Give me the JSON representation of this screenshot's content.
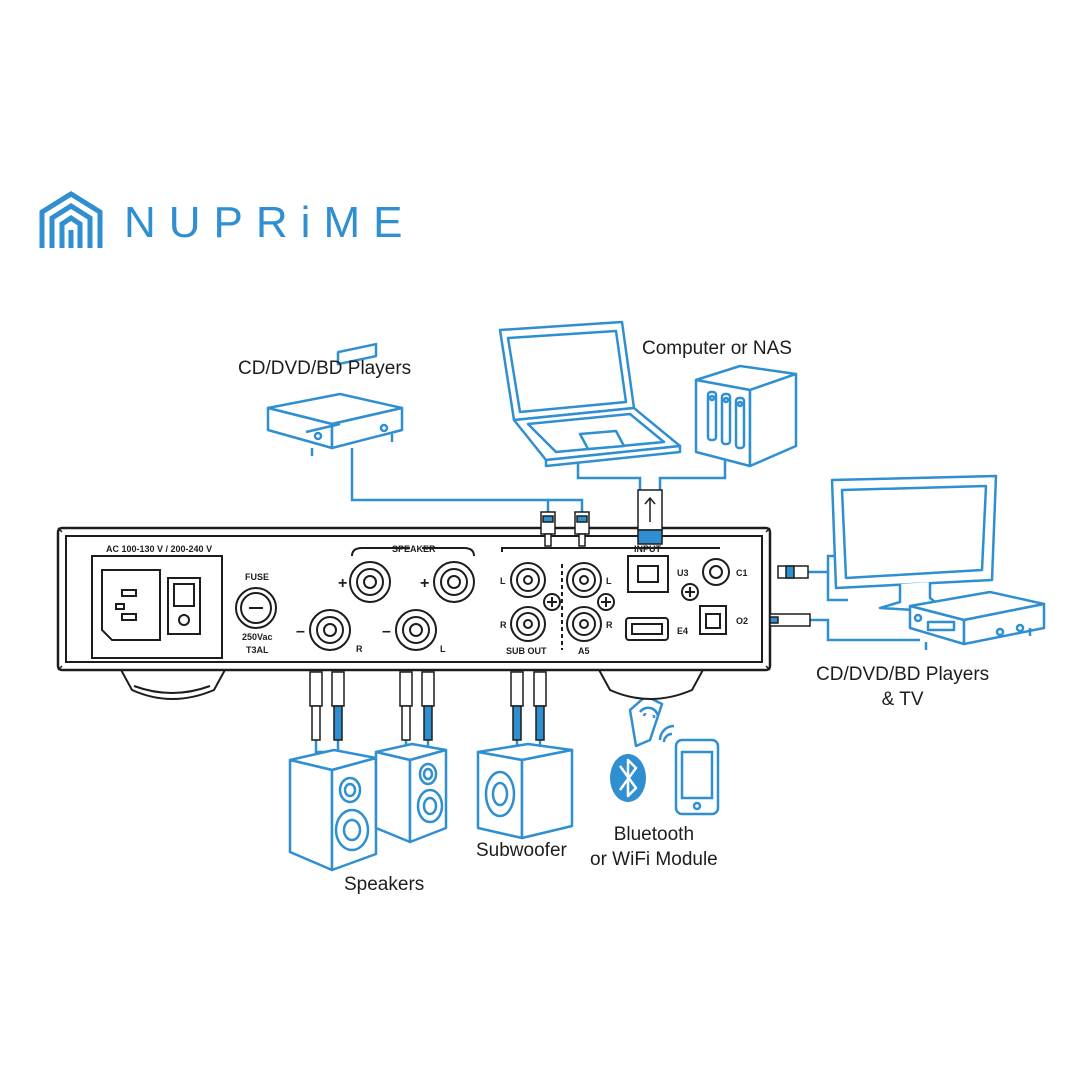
{
  "brand": {
    "name": "NUPRiME",
    "color": "#2f8fd0",
    "logo_icon": "nuprime-house-logo-icon"
  },
  "labels": {
    "cd_players_top": "CD/DVD/BD Players",
    "computer_nas": "Computer or NAS",
    "cd_players_tv_line1": "CD/DVD/BD Players",
    "cd_players_tv_line2": "& TV",
    "speakers": "Speakers",
    "subwoofer": "Subwoofer",
    "bluetooth_line1": "Bluetooth",
    "bluetooth_line2": "or WiFi Module"
  },
  "panel": {
    "power_rating": "AC 100-130 V / 200-240 V",
    "fuse_title": "FUSE",
    "fuse_rating": "250Vac",
    "fuse_type": "T3AL",
    "speaker_header": "SPEAKER",
    "plus": "+",
    "minus": "–",
    "right": "R",
    "left": "L",
    "sub_out": "SUB OUT",
    "a5": "A5",
    "input_header": "INPUT",
    "u3": "U3",
    "c1": "C1",
    "e4": "E4",
    "o2": "O2"
  },
  "colors": {
    "line": "#2f8fd0",
    "panel": "#1d1d1b",
    "text": "#1d1d1b"
  }
}
